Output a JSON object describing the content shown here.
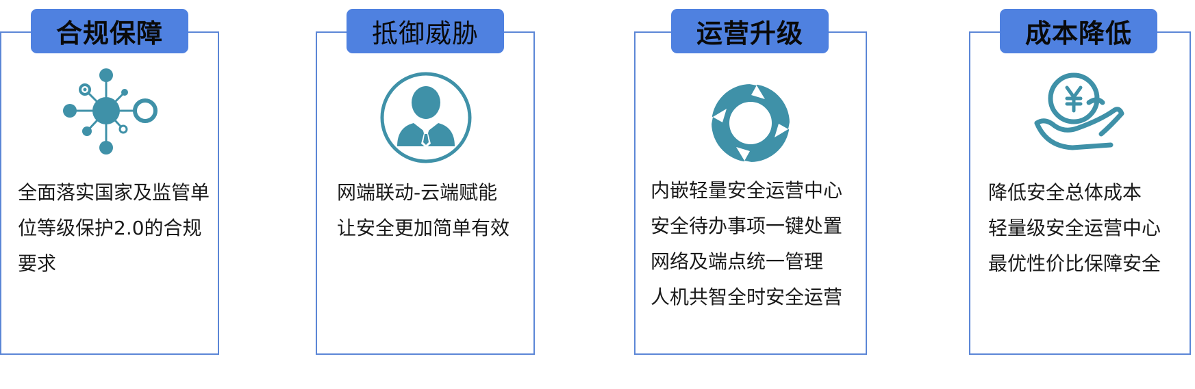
{
  "colors": {
    "border": "#5b86d6",
    "tag_fill": "#4f81e0",
    "icon": "#3f91a8",
    "text": "#1a1a1a"
  },
  "cards": [
    {
      "title": "合规保障",
      "icon": "network-nodes-icon",
      "lines": [
        "全面落实国家及监管单位等级保护2.0的合规要求"
      ]
    },
    {
      "title": "抵御威胁",
      "icon": "user-avatar-icon",
      "lines": [
        "网端联动-云端赋能",
        "让安全更加简单有效"
      ]
    },
    {
      "title": "运营升级",
      "icon": "cycle-arrows-icon",
      "lines": [
        "内嵌轻量安全运营中心",
        "安全待办事项一键处置",
        "网络及端点统一管理",
        "人机共智全时安全运营"
      ]
    },
    {
      "title": "成本降低",
      "icon": "hand-coin-yuan-icon",
      "lines": [
        "降低安全总体成本",
        "轻量级安全运营中心",
        "最优性价比保障安全"
      ]
    }
  ]
}
